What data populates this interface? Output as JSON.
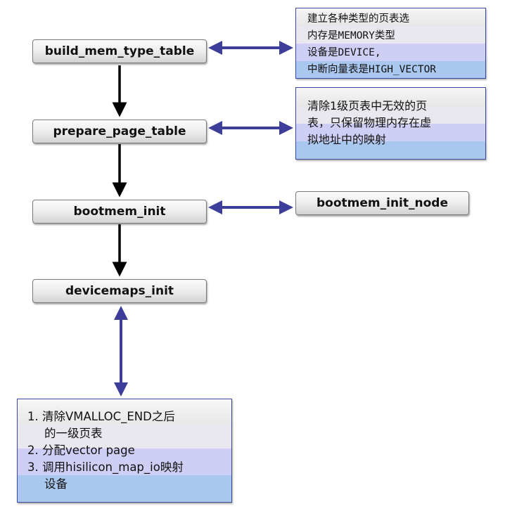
{
  "nodes": {
    "build": "build_mem_type_table",
    "prepare": "prepare_page_table",
    "bootmem": "bootmem_init",
    "bootmem_node": "bootmem_init_node",
    "devicemaps": "devicemaps_init"
  },
  "notes": {
    "build": [
      "建立各种类型的页表选",
      "内存是MEMORY类型",
      "设备是DEVICE,",
      "中断向量表是HIGH_VECTOR"
    ],
    "prepare": [
      "清除1级页表中无效的页",
      "表，只保留物理内存在虚",
      "拟地址中的映射"
    ],
    "devicemaps": [
      "1. 清除VMALLOC_END之后",
      "的一级页表",
      "2. 分配vector page",
      "3. 调用hisilicon_map_io映射",
      "设备"
    ]
  },
  "colors": {
    "arrow_black": "#000000",
    "arrow_blue": "#3d3d9a",
    "note_border": "#3a4aa0",
    "band_light": "#e8e8ee",
    "band_lavender": "#cfcff6",
    "band_blue": "#a9c7ef"
  }
}
